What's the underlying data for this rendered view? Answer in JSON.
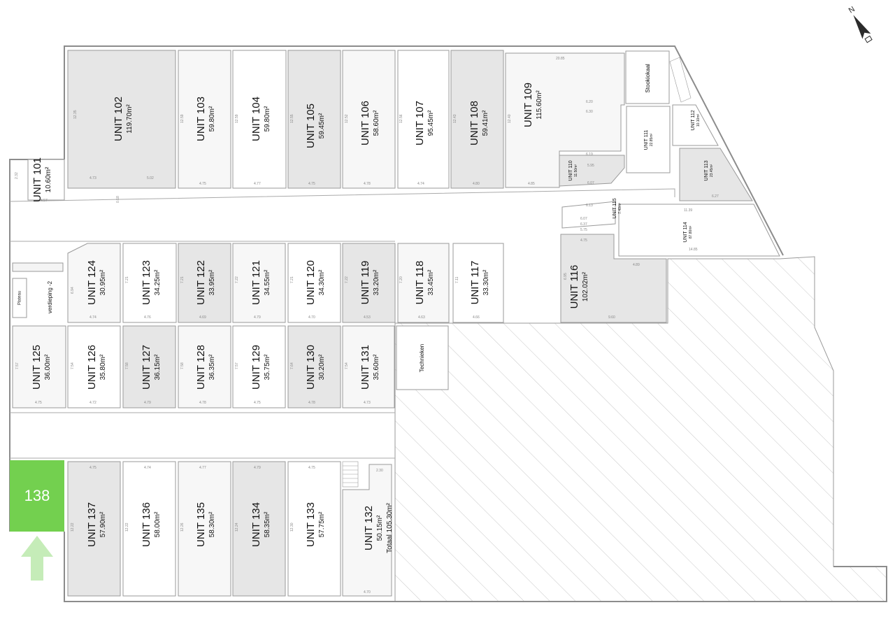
{
  "floor_plan": {
    "highlight": {
      "unit": "138",
      "fill": "#73d04f",
      "arrow_fill": "#c5ecb8"
    },
    "colors": {
      "shaded": "#e6e6e6",
      "light": "#f7f7f7",
      "white": "#ffffff",
      "wall": "#8c8c8c",
      "hatch": "#c8c8c8"
    },
    "compass": "north-arrow-icon",
    "rooms": {
      "stookiokaal": "Stookiokaal",
      "technieken": "Technieken",
      "plateau": "Plateau",
      "verdieping": "verdieping -2"
    },
    "units": [
      {
        "id": "u101",
        "name": "UNIT 101",
        "area": "10.60m²",
        "tone": "white"
      },
      {
        "id": "u102",
        "name": "UNIT 102",
        "area": "119.70m²",
        "tone": "shaded"
      },
      {
        "id": "u103",
        "name": "UNIT 103",
        "area": "59.80m²",
        "tone": "light"
      },
      {
        "id": "u104",
        "name": "UNIT 104",
        "area": "59.80m²",
        "tone": "white"
      },
      {
        "id": "u105",
        "name": "UNIT 105",
        "area": "59.45m²",
        "tone": "shaded"
      },
      {
        "id": "u106",
        "name": "UNIT 106",
        "area": "58.60m²",
        "tone": "light"
      },
      {
        "id": "u107",
        "name": "UNIT 107",
        "area": "95.45m²",
        "tone": "white"
      },
      {
        "id": "u108",
        "name": "UNIT 108",
        "area": "59.41m²",
        "tone": "shaded"
      },
      {
        "id": "u109",
        "name": "UNIT 109",
        "area": "115.60m²",
        "tone": "light"
      },
      {
        "id": "u110",
        "name": "UNIT 110",
        "area": "11.50m²",
        "tone": "shaded"
      },
      {
        "id": "u111",
        "name": "UNIT 111",
        "area": "22.85m²",
        "tone": "white"
      },
      {
        "id": "u112",
        "name": "UNIT 112",
        "area": "10.10m²",
        "tone": "white"
      },
      {
        "id": "u113",
        "name": "UNIT 113",
        "area": "23.45m²",
        "tone": "shaded"
      },
      {
        "id": "u114",
        "name": "UNIT 114",
        "area": "87.80m²",
        "tone": "white"
      },
      {
        "id": "u115",
        "name": "UNIT 115",
        "area": "7.40m²",
        "tone": "white"
      },
      {
        "id": "u116",
        "name": "UNIT 116",
        "area": "102.02m²",
        "tone": "shaded"
      },
      {
        "id": "u117",
        "name": "UNIT 117",
        "area": "33.30m²",
        "tone": "white"
      },
      {
        "id": "u118",
        "name": "UNIT 118",
        "area": "33.45m²",
        "tone": "light"
      },
      {
        "id": "u119",
        "name": "UNIT 119",
        "area": "33.20m²",
        "tone": "shaded"
      },
      {
        "id": "u120",
        "name": "UNIT 120",
        "area": "34.30m²",
        "tone": "white"
      },
      {
        "id": "u121",
        "name": "UNIT 121",
        "area": "34.55m²",
        "tone": "light"
      },
      {
        "id": "u122",
        "name": "UNIT 122",
        "area": "33.95m²",
        "tone": "shaded"
      },
      {
        "id": "u123",
        "name": "UNIT 123",
        "area": "34.25m²",
        "tone": "white"
      },
      {
        "id": "u124",
        "name": "UNIT 124",
        "area": "30.95m²",
        "tone": "light"
      },
      {
        "id": "u125",
        "name": "UNIT 125",
        "area": "36.00m²",
        "tone": "light"
      },
      {
        "id": "u126",
        "name": "UNIT 126",
        "area": "35.80m²",
        "tone": "white"
      },
      {
        "id": "u127",
        "name": "UNIT 127",
        "area": "36.15m²",
        "tone": "shaded"
      },
      {
        "id": "u128",
        "name": "UNIT 128",
        "area": "36.35m²",
        "tone": "light"
      },
      {
        "id": "u129",
        "name": "UNIT 129",
        "area": "35.75m²",
        "tone": "white"
      },
      {
        "id": "u130",
        "name": "UNIT 130",
        "area": "30.20m²",
        "tone": "shaded"
      },
      {
        "id": "u131",
        "name": "UNIT 131",
        "area": "35.60m²",
        "tone": "light"
      },
      {
        "id": "u132",
        "name": "UNIT 132",
        "area": "50.15m²",
        "total": "Totaal 105.30m²",
        "tone": "light"
      },
      {
        "id": "u133",
        "name": "UNIT 133",
        "area": "57.75m²",
        "tone": "white"
      },
      {
        "id": "u134",
        "name": "UNIT 134",
        "area": "58.35m²",
        "tone": "shaded"
      },
      {
        "id": "u135",
        "name": "UNIT 135",
        "area": "58.30m²",
        "tone": "light"
      },
      {
        "id": "u136",
        "name": "UNIT 136",
        "area": "58.00m²",
        "tone": "white"
      },
      {
        "id": "u137",
        "name": "UNIT 137",
        "area": "57.90m²",
        "tone": "shaded"
      }
    ],
    "dimensions": {
      "d102a": "5.02",
      "d102b": "4.73",
      "d102c": "12.35",
      "d102d": "0.18",
      "d103": "4.75",
      "d103b": "12.59",
      "d104": "4.77",
      "d104b": "12.59",
      "d105": "4.75",
      "d105b": "12.55",
      "d106": "4.78",
      "d106b": "12.52",
      "d107": "4.74",
      "d107b": "12.56",
      "d108": "4.80",
      "d108b": "12.43",
      "d109": "4.85",
      "d109b": "12.40",
      "d109c": "6.20",
      "d109d": "6.19",
      "d109e": "20.85",
      "d109f": "6.30",
      "d110": "5.95",
      "d110b": "6.07",
      "d101": "2.32",
      "d101b": "4.57",
      "d113": "6.27",
      "d114": "11.39",
      "d114b": "14.85",
      "d115": "6.13",
      "d115b": "6.07",
      "d115c": "6.37",
      "d115d": "5.75",
      "d116": "9.60",
      "d116b": "4.75",
      "d116c": "6.95",
      "d116d": "4.89",
      "d117": "4.66",
      "d117b": "7.11",
      "d118": "4.63",
      "d118b": "7.20",
      "d119": "4.53",
      "d119b": "7.22",
      "d120": "4.70",
      "d120b": "7.21",
      "d121": "4.79",
      "d121b": "7.22",
      "d122": "4.69",
      "d122b": "7.21",
      "d123": "4.76",
      "d123b": "7.21",
      "d124": "4.74",
      "d124b": "6.94",
      "d125": "4.75",
      "d125b": "7.57",
      "d126": "4.72",
      "d126b": "7.54",
      "d127": "4.79",
      "d127b": "7.58",
      "d128": "4.78",
      "d128b": "7.58",
      "d129": "4.75",
      "d129b": "7.57",
      "d130": "4.78",
      "d130b": "7.64",
      "d131": "4.73",
      "d131b": "7.54",
      "d132": "4.70",
      "d132b": "2.30",
      "d133": "4.75",
      "d133b": "12.30",
      "d134": "4.79",
      "d134b": "12.24",
      "d135": "4.77",
      "d135b": "12.26",
      "d136": "4.74",
      "d136b": "12.22",
      "d137": "4.75",
      "d137b": "12.22"
    }
  }
}
